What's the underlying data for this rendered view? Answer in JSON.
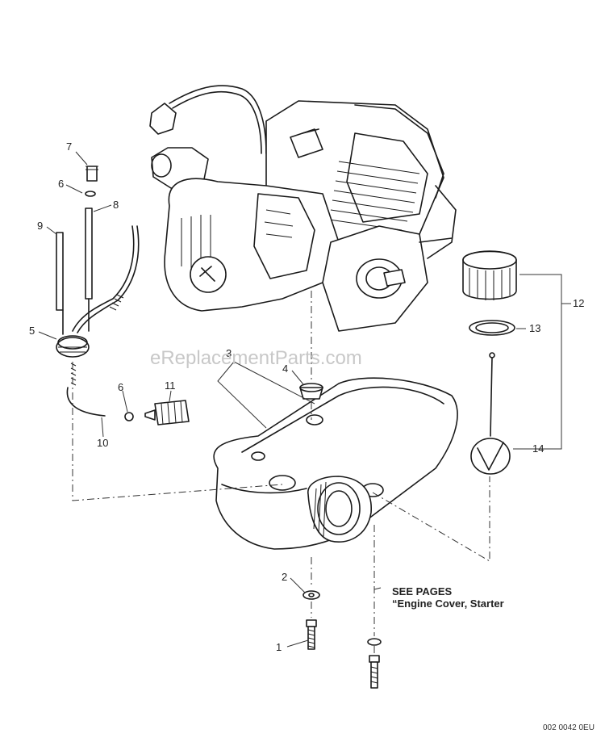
{
  "watermark": "eReplacementParts.com",
  "drawing_code": "002 0042 0EU",
  "callouts": {
    "c1": "1",
    "c2": "2",
    "c3": "3",
    "c4": "4",
    "c5": "5",
    "c6a": "6",
    "c6b": "6",
    "c7": "7",
    "c8": "8",
    "c9": "9",
    "c10": "10",
    "c11": "11",
    "c12": "12",
    "c13": "13",
    "c14": "14"
  },
  "note": {
    "line1": "SEE PAGES",
    "line2": "“Engine Cover, Starter"
  }
}
